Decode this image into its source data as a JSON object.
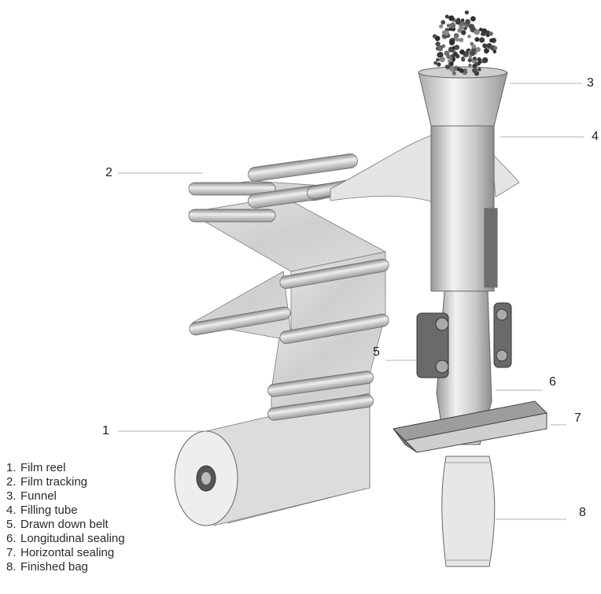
{
  "callouts": [
    {
      "id": "1"
    },
    {
      "id": "2"
    },
    {
      "id": "3"
    },
    {
      "id": "4"
    },
    {
      "id": "5"
    },
    {
      "id": "6"
    },
    {
      "id": "7"
    },
    {
      "id": "8"
    }
  ],
  "legend": [
    {
      "num": "1.",
      "label": "Film reel"
    },
    {
      "num": "2.",
      "label": "Film tracking"
    },
    {
      "num": "3.",
      "label": "Funnel"
    },
    {
      "num": "4.",
      "label": "Filling tube"
    },
    {
      "num": "5.",
      "label": "Drawn down belt"
    },
    {
      "num": "6.",
      "label": "Longitudinal sealing"
    },
    {
      "num": "7.",
      "label": "Horizontal sealing"
    },
    {
      "num": "8.",
      "label": "Finished bag"
    }
  ],
  "colors": {
    "film": "#d9d9d9",
    "metal": "#b8b8b8",
    "dark": "#555555",
    "granules": [
      "#4a4a4a",
      "#2e2e2e",
      "#6b6b6b",
      "#888888",
      "#3c3c3c"
    ]
  }
}
